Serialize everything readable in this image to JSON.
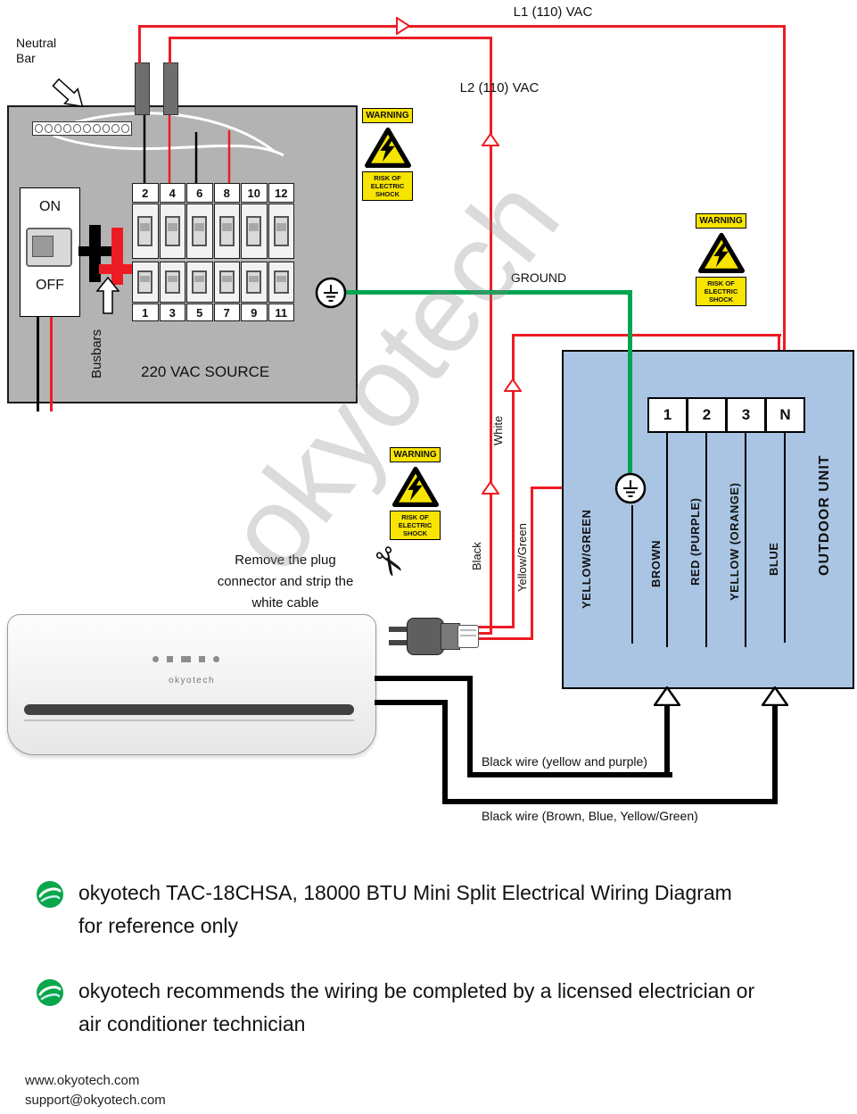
{
  "watermark": "okyotech",
  "labels": {
    "l1": "L1 (110) VAC",
    "l2": "L2 (110) VAC",
    "ground": "GROUND",
    "white": "White",
    "black": "Black",
    "yellow_green": "Yellow/Green",
    "black_wire_top": "Black wire (yellow and purple)",
    "black_wire_bottom": "Black wire (Brown, Blue, Yellow/Green)",
    "instruction": "Remove the plug connector and strip the white cable"
  },
  "panel": {
    "neutral_bar": "Neutral Bar",
    "on": "ON",
    "off": "OFF",
    "busbars": "Busbars",
    "source": "220 VAC SOURCE",
    "breakers_top": [
      "2",
      "4",
      "6",
      "8",
      "10",
      "12"
    ],
    "breakers_bottom": [
      "1",
      "3",
      "5",
      "7",
      "9",
      "11"
    ]
  },
  "warning": {
    "title": "WARNING",
    "risk": "RISK OF ELECTRIC SHOCK"
  },
  "outdoor": {
    "name": "OUTDOOR UNIT",
    "terminals": [
      "1",
      "2",
      "3",
      "N"
    ],
    "wires": [
      "YELLOW/GREEN",
      "BROWN",
      "RED (PURPLE)",
      "YELLOW (ORANGE)",
      "BLUE"
    ]
  },
  "indoor": {
    "brand": "okyotech"
  },
  "notes": [
    "okyotech TAC-18CHSA, 18000 BTU Mini Split Electrical Wiring Diagram for reference only",
    "okyotech recommends the wiring be completed by a licensed electrician or air conditioner technician"
  ],
  "footer": {
    "website": "www.okyotech.com",
    "email": "support@okyotech.com"
  },
  "colors": {
    "red": "#ed1c24",
    "green": "#00a551",
    "unit_blue": "#a9c5e3",
    "warning_yellow": "#f7e400",
    "panel_gray": "#b3b3b3"
  }
}
